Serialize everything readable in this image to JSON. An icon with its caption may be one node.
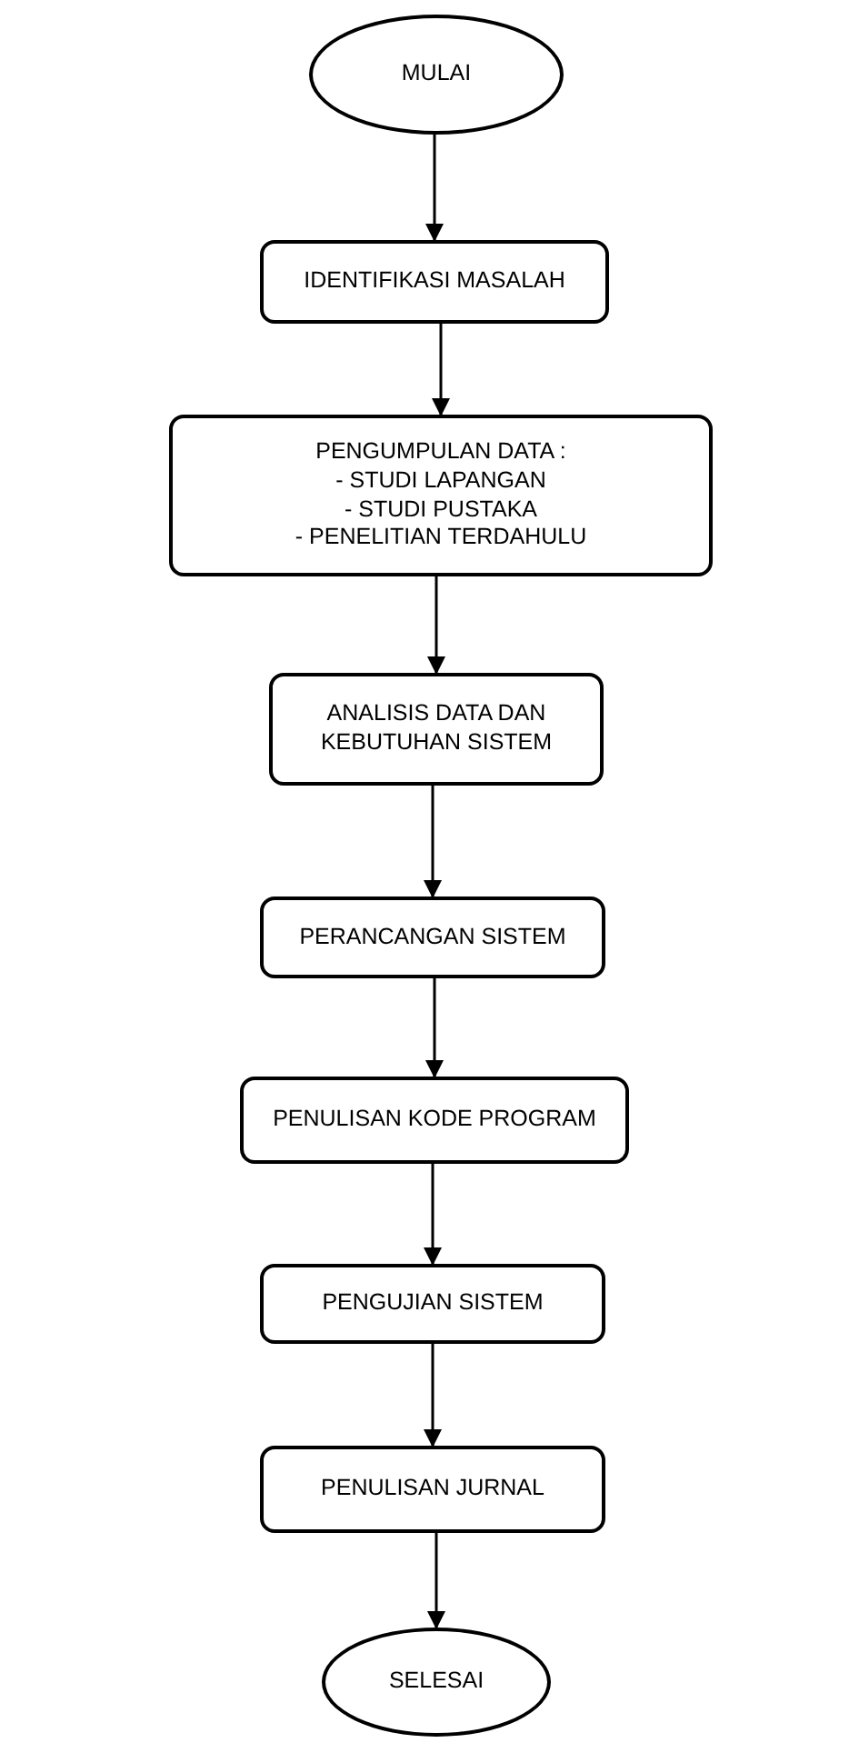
{
  "diagram": {
    "nodes": [
      {
        "text": [
          "MULAI"
        ]
      },
      {
        "text": [
          "IDENTIFIKASI MASALAH"
        ]
      },
      {
        "text": [
          "PENGUMPULAN DATA :",
          "- STUDI LAPANGAN",
          "- STUDI PUSTAKA",
          "- PENELITIAN TERDAHULU"
        ]
      },
      {
        "text": [
          "ANALISIS DATA DAN KEBUTUHAN SISTEM"
        ]
      },
      {
        "text": [
          "PERANCANGAN SISTEM"
        ]
      },
      {
        "text": [
          "PENULISAN KODE PROGRAM"
        ]
      },
      {
        "text": [
          "PENGUJIAN SISTEM"
        ]
      },
      {
        "text": [
          "PENULISAN JURNAL"
        ]
      },
      {
        "text": [
          "SELESAI"
        ]
      }
    ],
    "edges": [
      {
        "from": 0,
        "to": 1,
        "arrow": "to"
      },
      {
        "from": 1,
        "to": 2,
        "arrow": "to"
      },
      {
        "from": 2,
        "to": 3,
        "arrow": "to"
      },
      {
        "from": 3,
        "to": 4,
        "arrow": "to"
      },
      {
        "from": 4,
        "to": 5,
        "arrow": "to"
      },
      {
        "from": 5,
        "to": 6,
        "arrow": "to"
      },
      {
        "from": 6,
        "to": 7,
        "arrow": "to"
      },
      {
        "from": 7,
        "to": 8,
        "arrow": "to"
      }
    ]
  }
}
